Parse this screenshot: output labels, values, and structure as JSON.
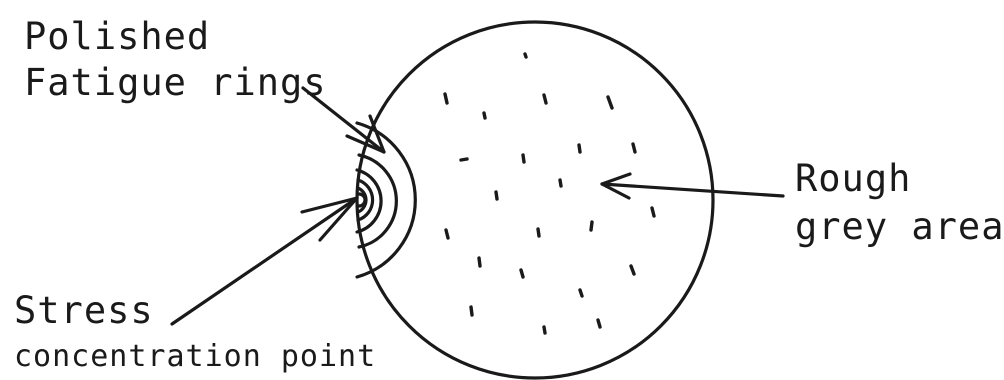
{
  "labels": {
    "polished_fatigue_rings": [
      "Polished",
      "Fatigue rings"
    ],
    "rough_grey_area": [
      "Rough",
      "grey area"
    ],
    "stress_concentration_point": [
      "Stress",
      "concentration point"
    ]
  },
  "colors": {
    "ink": "#1a1a1a",
    "background": "#ffffff"
  }
}
